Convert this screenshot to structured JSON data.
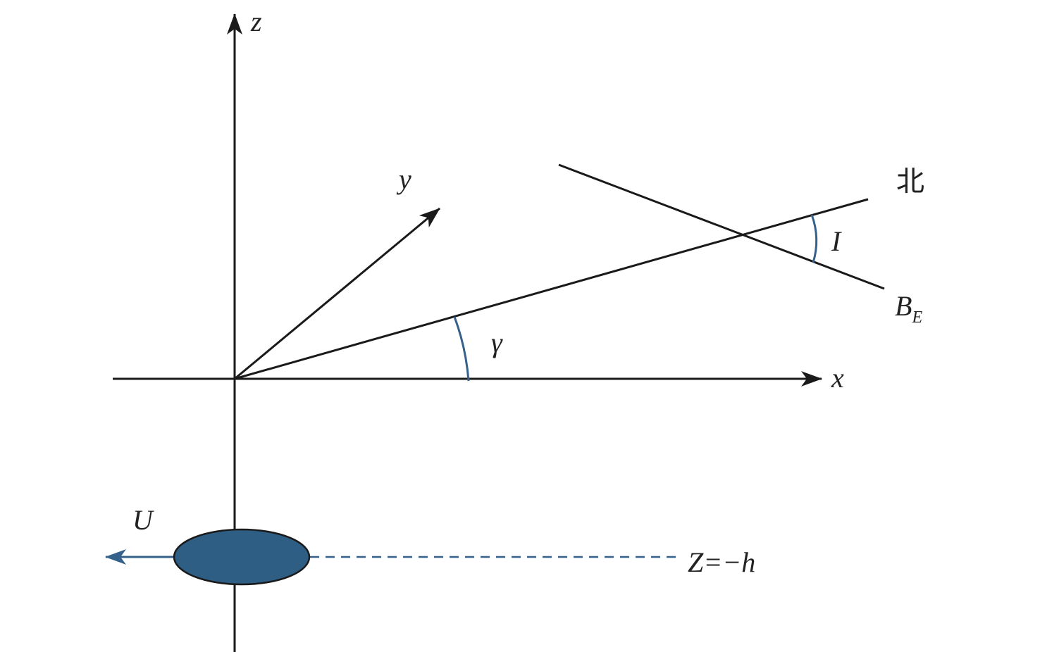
{
  "diagram": {
    "axis_labels": {
      "x": "x",
      "y": "y",
      "z": "z"
    },
    "north_label": "北",
    "field_label": "B",
    "field_subscript": "E",
    "inclination_label": "I",
    "angle_label": "γ",
    "velocity_label": "U",
    "depth_label": "Z=−h",
    "colors": {
      "lines": "#1a1a1a",
      "accent": "#35618a",
      "body_fill": "#2f5e85"
    }
  }
}
